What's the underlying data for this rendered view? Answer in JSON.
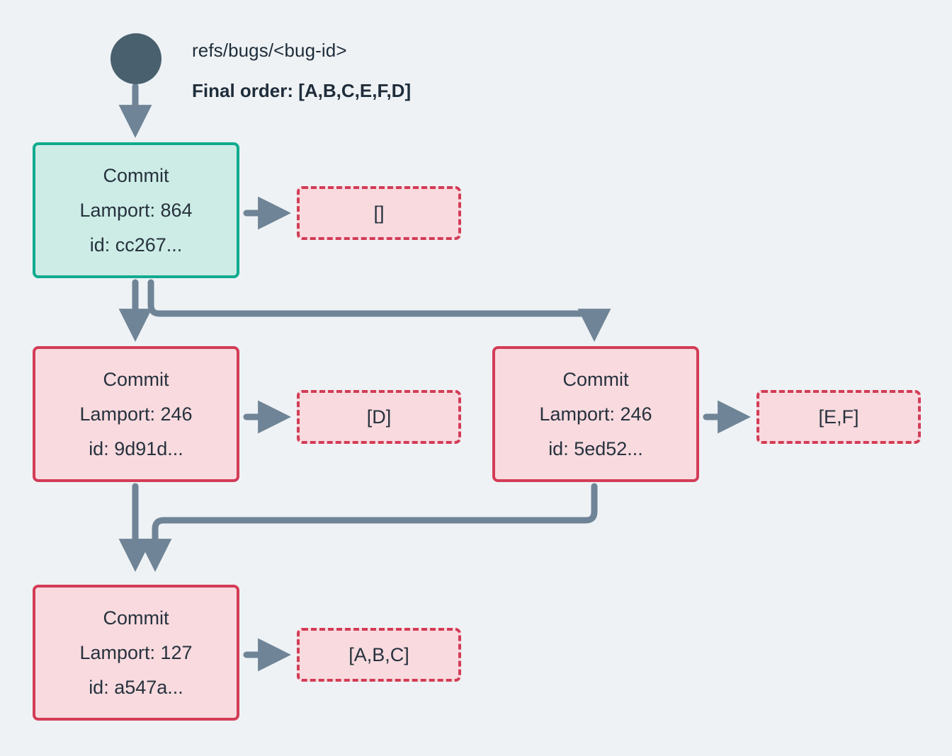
{
  "diagram": {
    "background_color": "#eef2f5",
    "edge_color": "#6f8496",
    "root": {
      "icon": "filled-circle-node",
      "color": "#49606e",
      "ref_label": "refs/bugs/<bug-id>",
      "final_order_label": "Final order: [A,B,C,E,F,D]"
    },
    "commits": [
      {
        "id": "head",
        "title": "Commit",
        "lamport": "Lamport: 864",
        "hash": "id: cc267...",
        "fill": "#cdece6",
        "stroke": "#11ab8e",
        "payload": "[]"
      },
      {
        "id": "left",
        "title": "Commit",
        "lamport": "Lamport: 246",
        "hash": "id: 9d91d...",
        "fill": "#f8dadf",
        "stroke": "#d33c56",
        "payload": "[D]"
      },
      {
        "id": "right",
        "title": "Commit",
        "lamport": "Lamport: 246",
        "hash": "id: 5ed52...",
        "fill": "#f8dadf",
        "stroke": "#d33c56",
        "payload": "[E,F]"
      },
      {
        "id": "bottom",
        "title": "Commit",
        "lamport": "Lamport: 127",
        "hash": "id: a547a...",
        "fill": "#f8dadf",
        "stroke": "#d33c56",
        "payload": "[A,B,C]"
      }
    ]
  }
}
